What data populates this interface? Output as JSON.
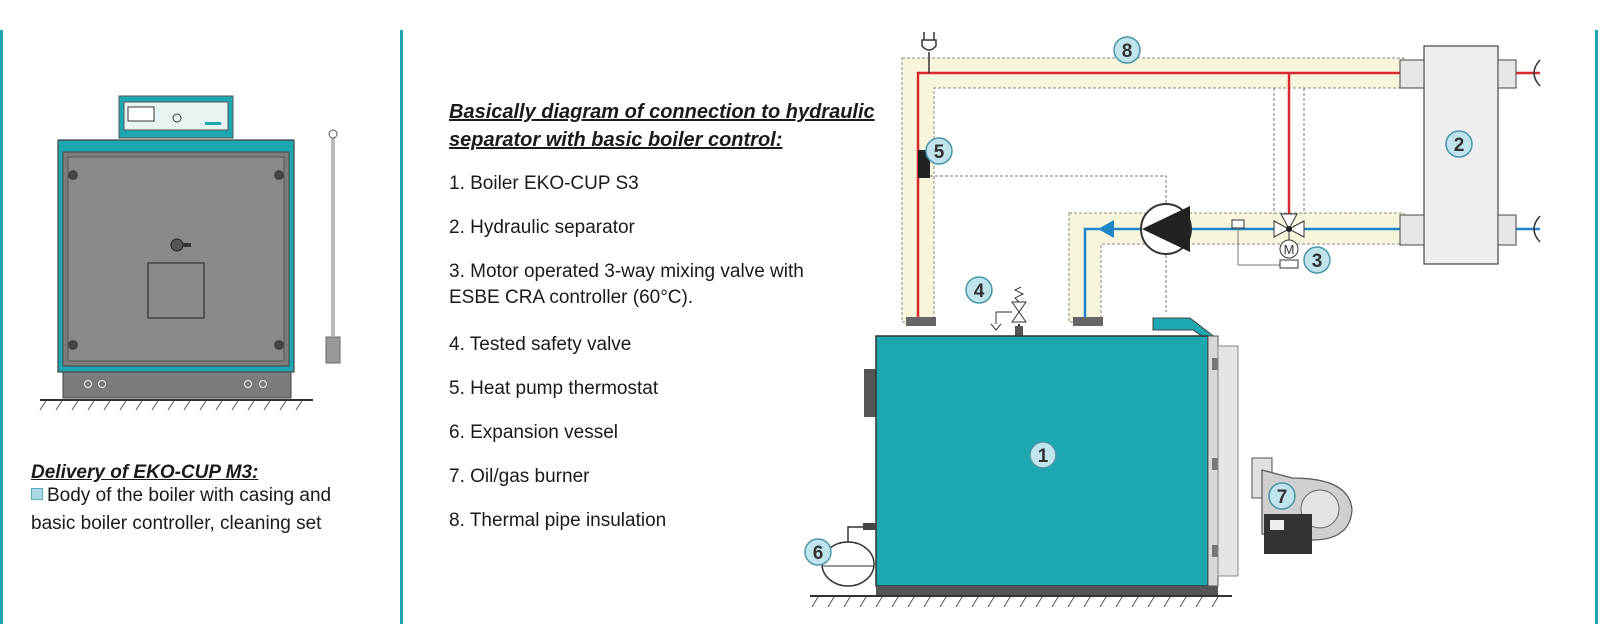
{
  "delivery": {
    "title": "Delivery of EKO-CUP M3:",
    "text": "Body of the boiler with casing and basic boiler controller, cleaning set"
  },
  "connection": {
    "title_line1": "Basically diagram of connection to hydraulic",
    "title_line2": "separator with basic boiler control:",
    "items": [
      "1. Boiler EKO-CUP S3",
      "2. Hydraulic separator",
      "3. Motor operated  3-way mixing valve with ESBE CRA controller (60°C).",
      "4. Tested safety valve",
      "5. Heat pump thermostat",
      "6. Expansion vessel",
      "7. Oil/gas burner",
      "8. Thermal pipe insulation"
    ]
  },
  "badges": [
    "1",
    "2",
    "3",
    "4",
    "5",
    "6",
    "7",
    "8"
  ],
  "valve_motor_label": "M",
  "colors": {
    "teal": "#1ca7b1",
    "divider": "#1aa6b0",
    "supply_pipe": "#d9282f",
    "return_pipe": "#1f86c8",
    "insulation": "#f7f6dc",
    "badge_fill": "#bfe4ec"
  },
  "icons": [
    "thermometer-icon",
    "pump-icon",
    "safety-valve-icon",
    "mixing-valve-icon",
    "cleaning-brush-icon"
  ]
}
